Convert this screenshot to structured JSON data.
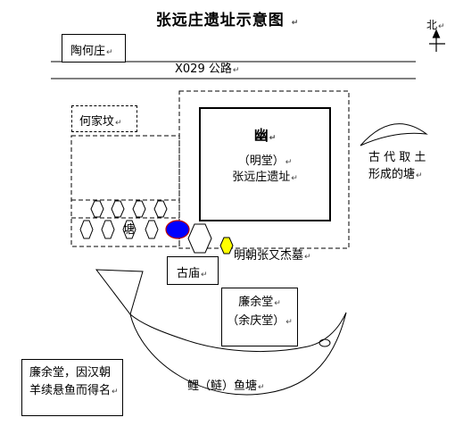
{
  "title": "张远庄遗址示意图",
  "edit_mark": "↵",
  "compass": {
    "label": "北"
  },
  "map": {
    "village_box": "陶何庄",
    "road_label": "X029 公路",
    "hejiakan": "何家坟",
    "site": {
      "symbol": "幽",
      "period": "（明堂）",
      "name": "张远庄遗址"
    },
    "pond_ancient": {
      "line1": "古 代 取 土",
      "line2": "形成的塘"
    },
    "well_label": "塘",
    "temple_label": "古庙",
    "tomb_label": "明朝张又杰墓",
    "hall_box": {
      "line1": "廉余堂",
      "line2": "（余庆堂）"
    },
    "fish_pond_label": "鲤（鲢）鱼塘",
    "note_box": {
      "line1": "廉余堂，因汉朝",
      "line2": "羊续悬鱼而得名"
    }
  },
  "colors": {
    "line": "#000000",
    "blue_mark": "#0000ff",
    "yellow_mark": "#ffff00"
  }
}
